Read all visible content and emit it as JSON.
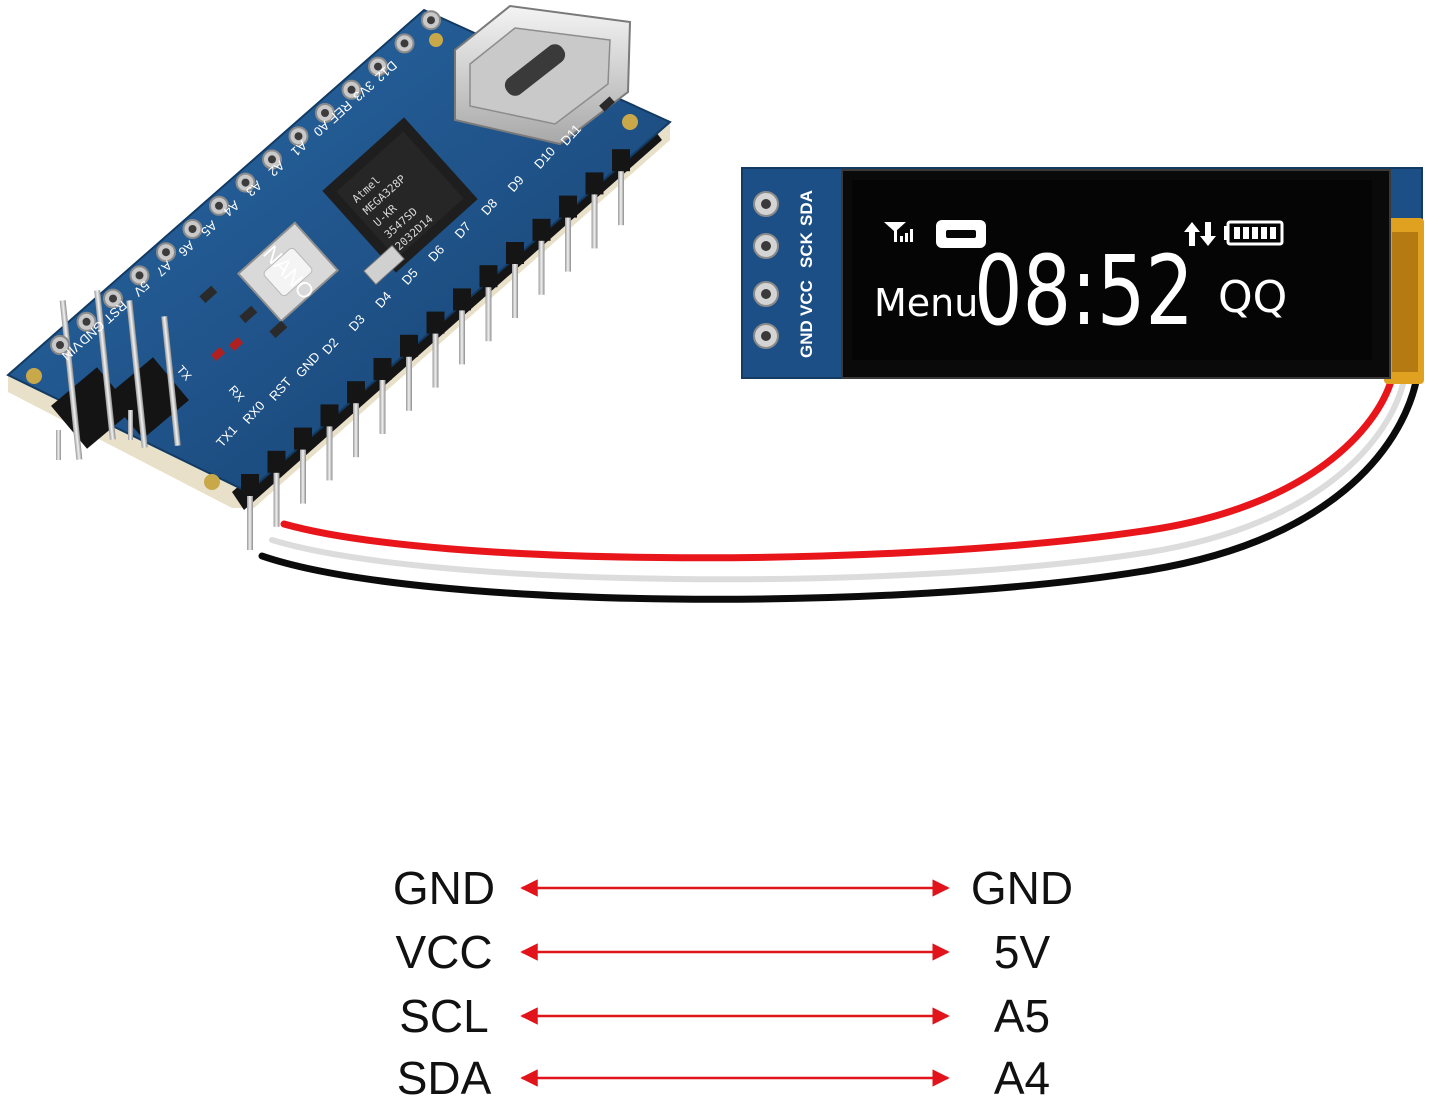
{
  "colors": {
    "board_blue": "#1b4f86",
    "board_edge": "#e8e0c8",
    "wire_red": "#e8151b",
    "wire_black": "#0b0b0b",
    "arrow_red": "#e0141a",
    "screen_black": "#050505",
    "label_text": "#111111"
  },
  "nano_board": {
    "model_label": "NANO",
    "chip_lines": [
      "MEGA328P",
      "U-KR",
      "3547SD",
      "2032D14"
    ],
    "chip_brand": "Atmel",
    "pins_top": [
      "D12",
      "3V3",
      "REF",
      "A0",
      "A1",
      "A2",
      "A3",
      "A4",
      "A5",
      "A6",
      "A7",
      "5V",
      "RST",
      "GND",
      "VIN"
    ],
    "pins_bottom": [
      "TX1",
      "RX0",
      "RST",
      "GND",
      "D2",
      "D3",
      "D4",
      "D5",
      "D6",
      "D7",
      "D8",
      "D9",
      "D10",
      "D11"
    ],
    "led_labels": [
      "TX",
      "RX"
    ]
  },
  "oled_module": {
    "pins": [
      "GND",
      "VCC",
      "SCK",
      "SDA"
    ],
    "screen": {
      "left_word": "Menu",
      "time": "08:52",
      "right_word": "QQ",
      "icons": [
        "signal-icon",
        "message-icon",
        "transfer-arrows-icon",
        "battery-icon"
      ]
    }
  },
  "connections": [
    {
      "from": "GND",
      "to": "GND"
    },
    {
      "from": "VCC",
      "to": "5V"
    },
    {
      "from": "SCL",
      "to": "A5"
    },
    {
      "from": "SDA",
      "to": "A4"
    }
  ]
}
